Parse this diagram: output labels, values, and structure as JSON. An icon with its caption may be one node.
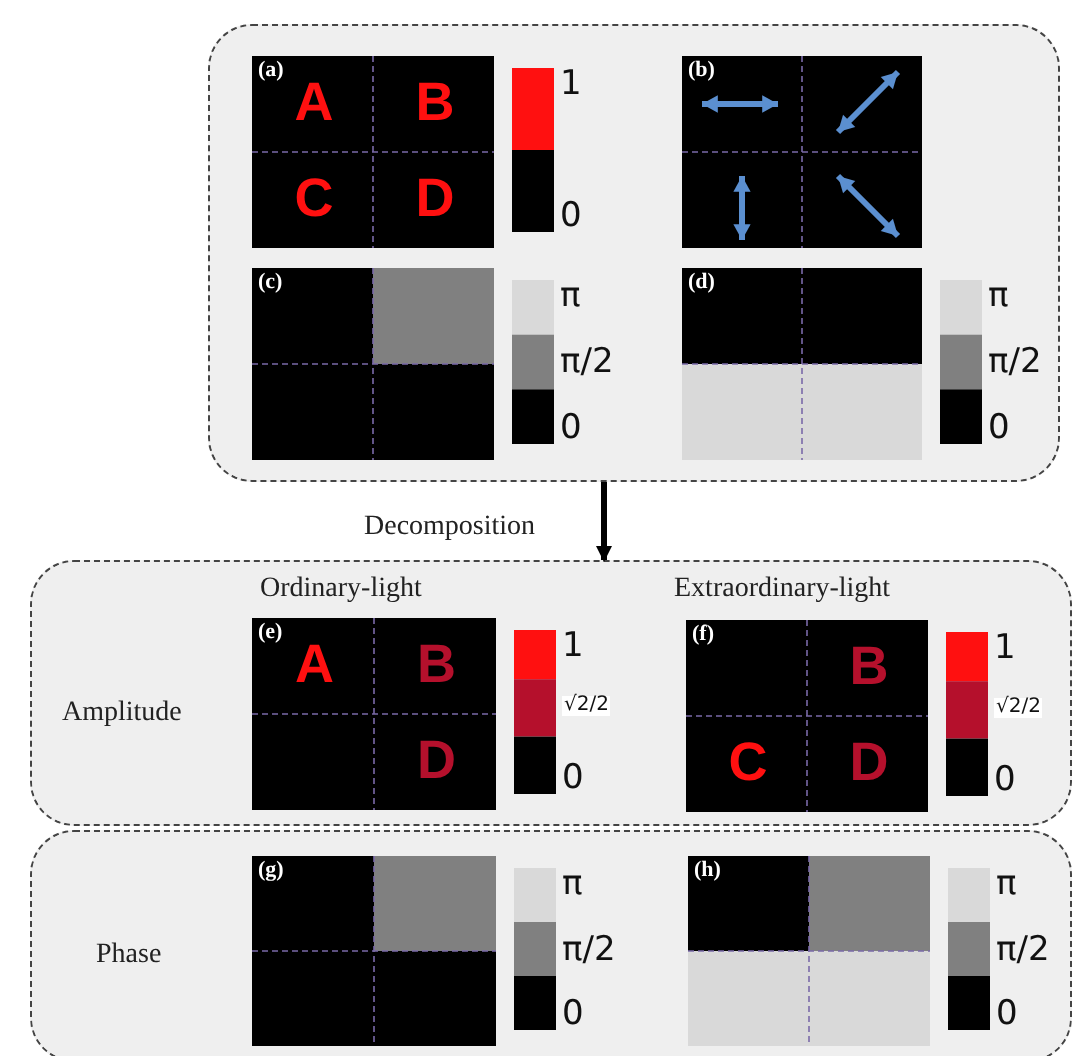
{
  "diagram": {
    "nodes": [
      {
        "text": [],
        "shape": "box"
      },
      {
        "text": [
          "(a)",
          "A",
          "B",
          "C",
          "D"
        ],
        "in": 0,
        "beside": [
          "1",
          "0"
        ]
      },
      {
        "text": [
          "(b)"
        ],
        "in": 0
      },
      {
        "text": [
          "(c)"
        ],
        "in": 0,
        "beside": [
          "π",
          "π/2",
          "0"
        ]
      },
      {
        "text": [
          "(d)"
        ],
        "in": 0,
        "beside": [
          "π",
          "π/2",
          "0"
        ]
      },
      {
        "text": [
          "Amplitude"
        ]
      },
      {
        "text": [
          "(e)",
          "A",
          "B",
          "D"
        ],
        "in": 5,
        "beside": [
          "1",
          "√2/2",
          "0"
        ]
      },
      {
        "text": [
          "(f)",
          "B",
          "C",
          "D"
        ],
        "in": 5,
        "beside": [
          "1",
          "√2/2",
          "0"
        ]
      },
      {
        "text": [
          "Phase"
        ]
      },
      {
        "text": [
          "(g)"
        ],
        "in": 8,
        "beside": [
          "π",
          "π/2",
          "0"
        ]
      },
      {
        "text": [
          "(h)"
        ],
        "in": 8,
        "beside": [
          "π",
          "π/2",
          "0"
        ]
      }
    ],
    "edges": [
      {
        "from": 0,
        "to": 5,
        "arrow": "to",
        "label": "Decomposition"
      }
    ],
    "labels": [
      "Ordinary-light",
      "Extraordinary-light"
    ]
  }
}
